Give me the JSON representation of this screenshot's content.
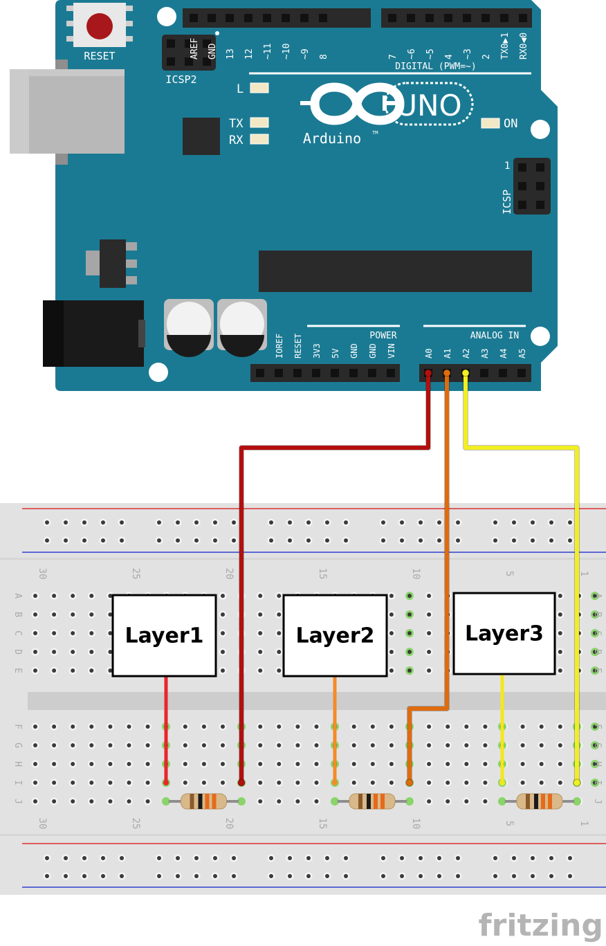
{
  "board": {
    "reset_label": "RESET",
    "icsp2_label": "ICSP2",
    "icsp_label": "ICSP",
    "icsp_pin1": "1",
    "digital_label": "DIGITAL (PWM=~)",
    "digital_pins": [
      "AREF",
      "GND",
      "13",
      "12",
      "~11",
      "~10",
      "~9",
      "8",
      "7",
      "~6",
      "~5",
      "4",
      "~3",
      "2",
      "TX0▶1",
      "RX0◀0"
    ],
    "led_l": "L",
    "led_tx": "TX",
    "led_rx": "RX",
    "led_on": "ON",
    "brand": "Arduino",
    "trademark": "TM",
    "model": "UNO",
    "power_label": "POWER",
    "power_pins": [
      "IOREF",
      "RESET",
      "3V3",
      "5V",
      "GND",
      "GND",
      "VIN"
    ],
    "analog_label": "ANALOG IN",
    "analog_pins": [
      "A0",
      "A1",
      "A2",
      "A3",
      "A4",
      "A5"
    ],
    "colors": {
      "board": "#1b7a93",
      "header": "#2a2a2a",
      "silk": "#ffffff"
    }
  },
  "breadboard": {
    "row_letters_top": [
      "A",
      "B",
      "C",
      "D",
      "E"
    ],
    "row_letters_bottom": [
      "F",
      "G",
      "H",
      "I",
      "J"
    ],
    "column_numbers": [
      "30",
      "25",
      "20",
      "15",
      "10",
      "5",
      "1"
    ]
  },
  "sensors": [
    {
      "label": "Layer1",
      "wire_color": "#e8262b"
    },
    {
      "label": "Layer2",
      "wire_color": "#f58a2a"
    },
    {
      "label": "Layer3",
      "wire_color": "#f5e61c"
    }
  ],
  "wires": [
    {
      "pin": "A0",
      "color": "#b30f0f"
    },
    {
      "pin": "A1",
      "color": "#e06b0d"
    },
    {
      "pin": "A2",
      "color": "#f2ee24"
    }
  ],
  "resistor_count": 3,
  "watermark": "fritzing"
}
